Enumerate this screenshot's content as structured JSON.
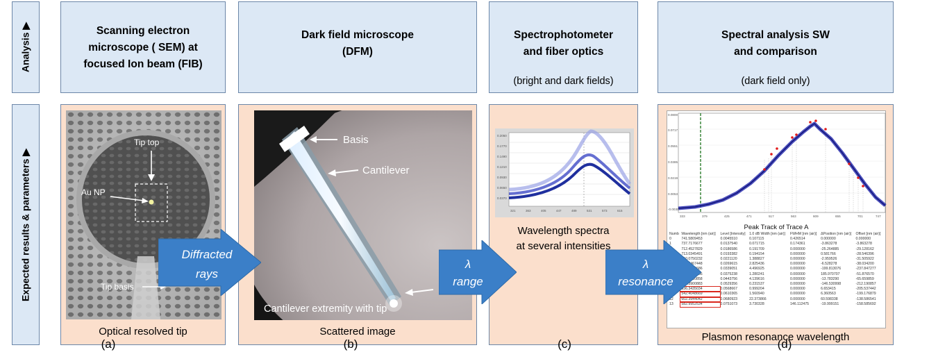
{
  "rows": {
    "analysis": "Analysis ▶",
    "expected": "Expected results & parameters ▶"
  },
  "headers": [
    {
      "title": "Scanning electron\nmicroscope ( SEM) at\nfocused Ion beam (FIB)",
      "sub": ""
    },
    {
      "title": "Dark field microscope\n(DFM)",
      "sub": ""
    },
    {
      "title": "Spectrophotometer\nand fiber optics",
      "sub": "(bright and dark fields)"
    },
    {
      "title": "Spectral analysis SW\nand comparison",
      "sub": "(dark field only)"
    }
  ],
  "panels": {
    "a": {
      "caption": "Optical resolved tip",
      "tip_top": "Tip top",
      "au_np": "Au NP",
      "tip_basis": "Tip basis"
    },
    "b": {
      "caption": "Scattered image",
      "basis": "Basis",
      "cantilever": "Cantilever",
      "extremity": "Cantilever extremity with tip"
    },
    "c": {
      "caption": "Wavelength spectra\nat several intensities"
    },
    "d": {
      "caption": "Plasmon resonance wavelength",
      "table_title": "Peak Track of Trace A"
    }
  },
  "arrows": [
    {
      "line1": "Diffracted",
      "line2": "rays"
    },
    {
      "line1": "λ",
      "line2": "range"
    },
    {
      "line1": "λ",
      "line2": "resonance"
    }
  ],
  "letters": [
    "(a)",
    "(b)",
    "(c)",
    "(d)"
  ],
  "peak_table": {
    "columns": [
      "Numb",
      "Wavelength [nm (air)]",
      "Level [Intensity]",
      "1.0 dB Width [nm (air)]",
      "FWHM [nm (air)]",
      "ΔPosition [nm (air)]",
      "Offset [nm (air)]"
    ],
    "rows": [
      [
        "0",
        "741.5809453",
        "0.0045510",
        "0.107115",
        "0.426514",
        "0.000000",
        "0.000000"
      ],
      [
        "1",
        "737.7176677",
        "0.0137540",
        "0.071715",
        "0.174361",
        "-3.863278",
        "-3.863278"
      ],
      [
        "2",
        "712.4527829",
        "0.0186586",
        "0.191709",
        "0.000000",
        "-25.264885",
        "-29.128162"
      ],
      [
        "3",
        "713.0345491",
        "0.0193382",
        "0.194154",
        "0.000000",
        "0.581766",
        "-28.546396"
      ],
      [
        "4",
        "710.0750232",
        "0.0221120",
        "1.388827",
        "0.000000",
        "-2.959526",
        "-31.505922"
      ],
      [
        "5",
        "703.3467448",
        "0.0269615",
        "2.825436",
        "0.000000",
        "-6.528278",
        "-38.034200"
      ],
      [
        "6",
        "503.7336686",
        "0.0339051",
        "4.496925",
        "0.000000",
        "-199.813076",
        "-237.847277"
      ],
      [
        "7",
        "689.7043756",
        "0.0375238",
        "1.280241",
        "0.000000",
        "185.970707",
        "-51.876570"
      ],
      [
        "8",
        "675.3210858",
        "0.0443756",
        "4.139616",
        "0.000000",
        "-13.783290",
        "-65.659859"
      ],
      [
        "9",
        "528.3900883",
        "0.0529356",
        "0.231537",
        "0.000000",
        "-146.530998",
        "-212.190857"
      ],
      [
        "10",
        "536.3435034",
        "0.0568667",
        "0.999204",
        "0.000000",
        "6.653415",
        "-205.537442"
      ],
      [
        "11",
        "542.4048669",
        "0.0610365",
        "1.560940",
        "0.000000",
        "6.360563",
        "-199.176879"
      ],
      [
        "12",
        "602.3944042",
        "0.0680923",
        "22.373866",
        "0.000000",
        "60.598338",
        "-138.586541"
      ],
      [
        "13",
        "582.9952534",
        "0.0751073",
        "3.730328",
        "146.112475",
        "-19.999151",
        "-158.585692"
      ]
    ]
  },
  "colors": {
    "header_bg": "#dce8f5",
    "panel_bg": "#fbdfcc",
    "arrow": "#3b7fc8",
    "spectrum": "#1f2f9e"
  }
}
